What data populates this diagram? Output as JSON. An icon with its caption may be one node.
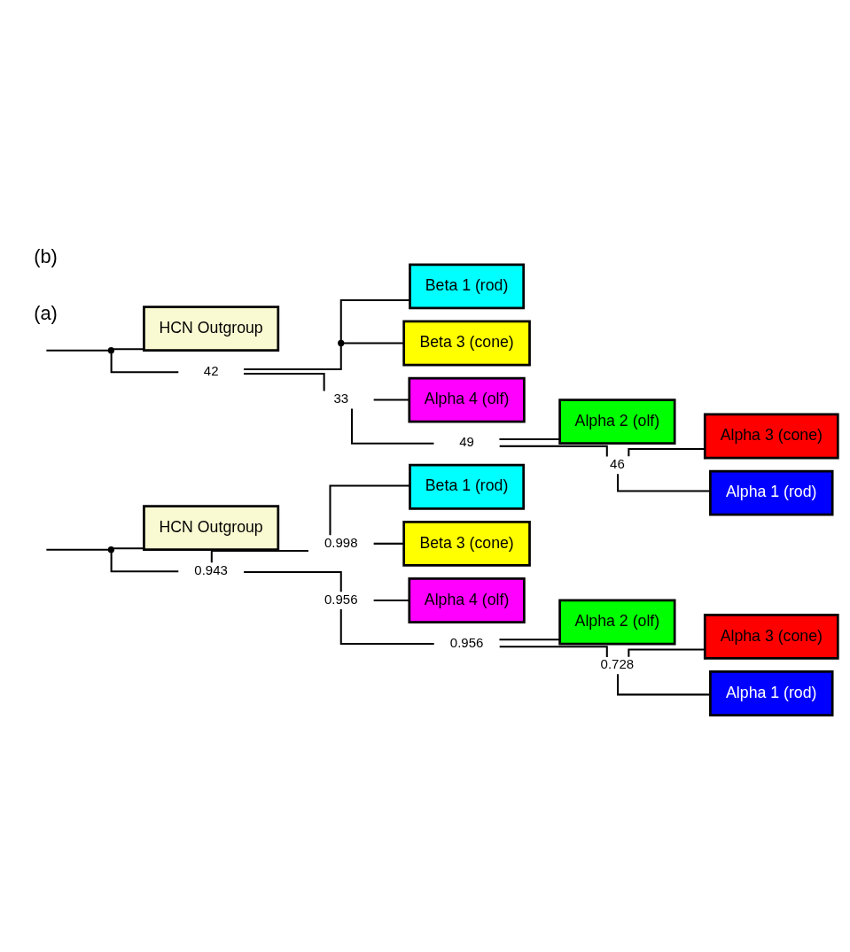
{
  "diagram": {
    "nodes": [
      {
        "text": [
          "HCN Outgroup"
        ]
      },
      {
        "text": [
          "Beta 1 (rod)"
        ]
      },
      {
        "text": [
          "Beta 3 (cone)"
        ]
      },
      {
        "text": [
          "Alpha 4 (olf)"
        ]
      },
      {
        "text": [
          "Alpha 2 (olf)"
        ]
      },
      {
        "text": [
          "Alpha 3 (cone)"
        ]
      },
      {
        "text": [
          "Alpha 1 (rod)"
        ]
      },
      {
        "text": [],
        "shape": "point"
      },
      {
        "text": [
          "0.943"
        ]
      },
      {
        "text": [
          "0.998"
        ]
      },
      {
        "text": [
          "0.956"
        ]
      },
      {
        "text": [
          "0.956"
        ]
      },
      {
        "text": [
          "0.728"
        ]
      },
      {
        "text": [
          "HCN Outgroup"
        ]
      },
      {
        "text": [
          "Beta 1 (rod)"
        ]
      },
      {
        "text": [
          "Beta 3 (cone)"
        ]
      },
      {
        "text": [
          "Alpha 4 (olf)"
        ]
      },
      {
        "text": [
          "Alpha 2 (olf)"
        ]
      },
      {
        "text": [
          "Alpha 3 (cone)"
        ]
      },
      {
        "text": [
          "Alpha 1 (rod)"
        ]
      },
      {
        "text": [],
        "shape": "point"
      },
      {
        "text": [
          "42"
        ]
      },
      {
        "text": [],
        "shape": "point"
      },
      {
        "text": [
          "33"
        ]
      },
      {
        "text": [
          "49"
        ]
      },
      {
        "text": [
          "46"
        ]
      }
    ],
    "edges": [
      {
        "from": null,
        "to": 7,
        "arrow": "none"
      },
      {
        "from": 7,
        "to": 0,
        "arrow": "none"
      },
      {
        "from": 7,
        "to": 8,
        "arrow": "none"
      },
      {
        "from": 8,
        "to": 9,
        "arrow": "none"
      },
      {
        "from": 8,
        "to": 10,
        "arrow": "none"
      },
      {
        "from": 9,
        "to": 1,
        "arrow": "none"
      },
      {
        "from": 9,
        "to": 2,
        "arrow": "none"
      },
      {
        "from": 10,
        "to": 3,
        "arrow": "none"
      },
      {
        "from": 10,
        "to": 11,
        "arrow": "none"
      },
      {
        "from": 11,
        "to": 4,
        "arrow": "none"
      },
      {
        "from": 11,
        "to": 12,
        "arrow": "none"
      },
      {
        "from": 12,
        "to": 5,
        "arrow": "none"
      },
      {
        "from": 12,
        "to": 6,
        "arrow": "none"
      },
      {
        "from": null,
        "to": 20,
        "arrow": "none"
      },
      {
        "from": 20,
        "to": 13,
        "arrow": "none"
      },
      {
        "from": 20,
        "to": 21,
        "arrow": "none"
      },
      {
        "from": 21,
        "to": 22,
        "arrow": "none"
      },
      {
        "from": 21,
        "to": 23,
        "arrow": "none"
      },
      {
        "from": 22,
        "to": 14,
        "arrow": "none"
      },
      {
        "from": 22,
        "to": 15,
        "arrow": "none"
      },
      {
        "from": 23,
        "to": 16,
        "arrow": "none"
      },
      {
        "from": 23,
        "to": 24,
        "arrow": "none"
      },
      {
        "from": 24,
        "to": 17,
        "arrow": "none"
      },
      {
        "from": 24,
        "to": 25,
        "arrow": "none"
      },
      {
        "from": 25,
        "to": 18,
        "arrow": "none"
      },
      {
        "from": 25,
        "to": 19,
        "arrow": "none"
      }
    ],
    "labels": [
      "(a)",
      "(b)"
    ]
  }
}
